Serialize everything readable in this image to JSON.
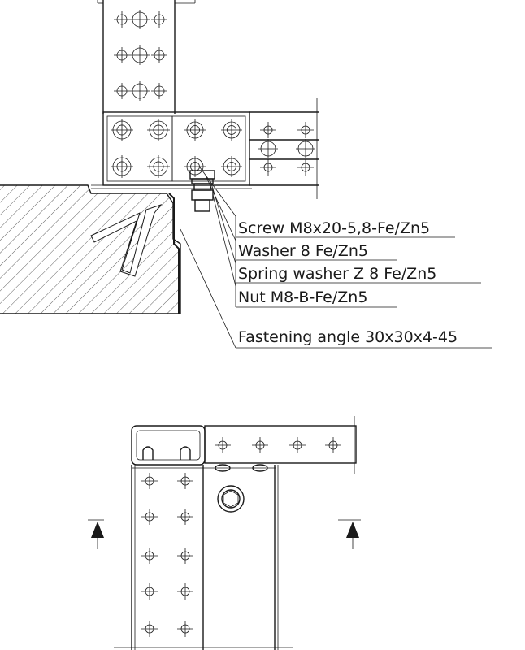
{
  "callouts": {
    "screw": "Screw M8x20-5,8-Fe/Zn5",
    "washer": "Washer 8 Fe/Zn5",
    "spring_washer": "Spring washer Z 8 Fe/Zn5",
    "nut": "Nut M8-B-Fe/Zn5",
    "angle": "Fastening angle 30x30x4-45"
  },
  "icons": {
    "hole": "crosshair-hole-icon",
    "section_arrow": "arrow-up-icon"
  },
  "colors": {
    "line": "#1a1a1a",
    "background": "#ffffff"
  }
}
